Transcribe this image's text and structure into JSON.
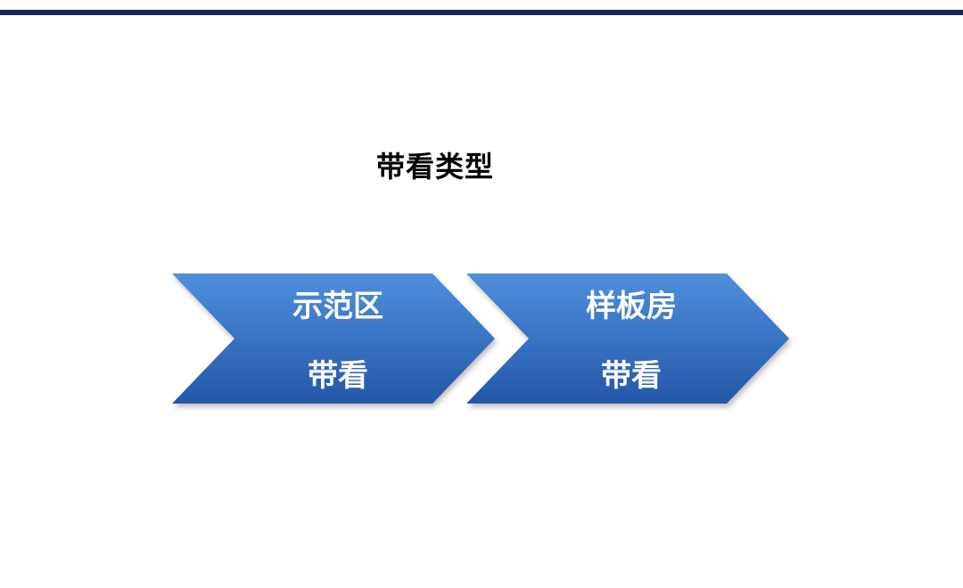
{
  "slide": {
    "title": "带看类型",
    "accent_color": "#14285a"
  },
  "steps": [
    {
      "line1": "示范区",
      "line2": "带看"
    },
    {
      "line1": "样板房",
      "line2": "带看"
    }
  ],
  "colors": {
    "chevron_top": "#4f8fdc",
    "chevron_bottom": "#2456a8"
  }
}
